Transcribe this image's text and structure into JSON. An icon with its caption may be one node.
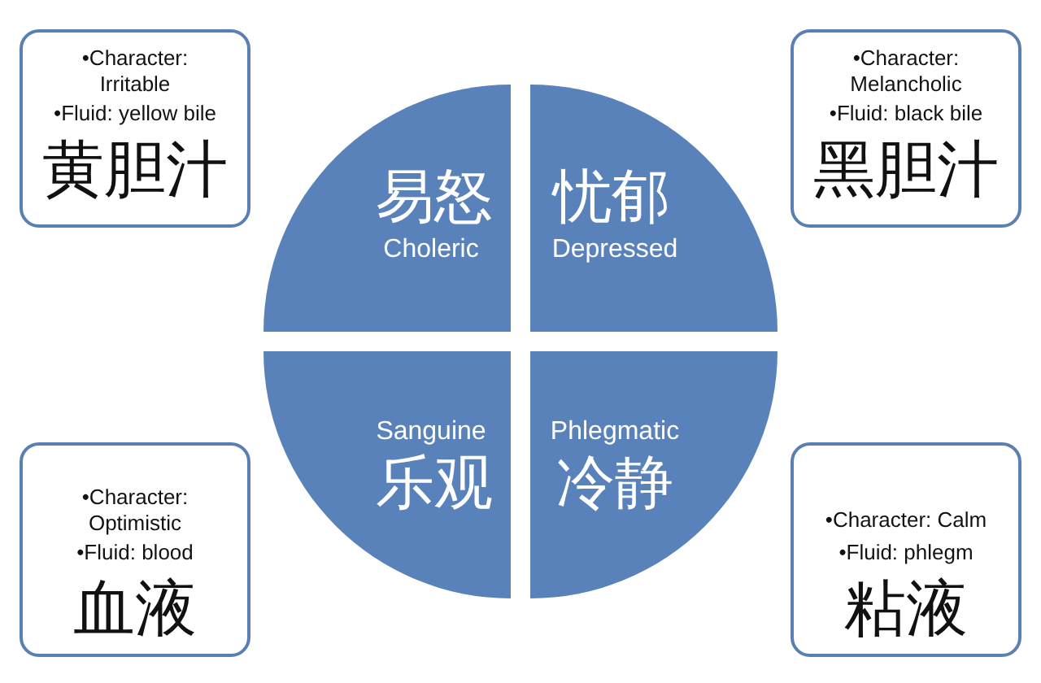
{
  "diagram": {
    "nodes": [
      {
        "text": [
          "•Character: Irritable",
          "•Fluid: yellow bile",
          "黄胆汁"
        ]
      },
      {
        "text": [
          "易怒",
          "Choleric"
        ]
      },
      {
        "text": [
          "忧郁",
          "Depressed"
        ]
      },
      {
        "text": [
          "•Character: Melancholic",
          "•Fluid: black bile",
          "黑胆汁"
        ]
      },
      {
        "text": [
          "•Character: Optimistic",
          "•Fluid: blood",
          "血液"
        ]
      },
      {
        "text": [
          "Sanguine",
          "乐观"
        ]
      },
      {
        "text": [
          "Phlegmatic",
          "冷静"
        ]
      },
      {
        "text": [
          "•Character: Calm",
          "•Fluid: phlegm",
          "粘液"
        ]
      }
    ]
  }
}
